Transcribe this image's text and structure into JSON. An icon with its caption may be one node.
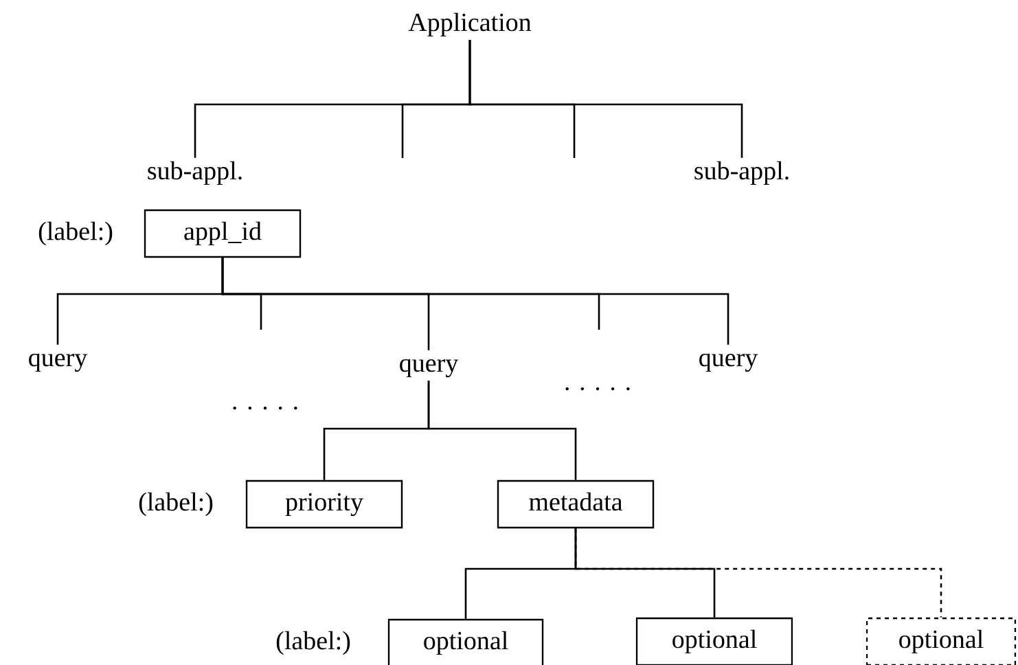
{
  "diagram": {
    "nodes": [
      {
        "text": [
          "Application"
        ]
      },
      {
        "text": [
          "sub-appl."
        ]
      },
      {
        "text": [
          "sub-appl."
        ]
      },
      {
        "text": [
          "appl_id"
        ],
        "beside": [
          "(label:)"
        ]
      },
      {
        "text": [
          "query"
        ]
      },
      {
        "text": [
          "query"
        ]
      },
      {
        "text": [
          "query"
        ]
      },
      {
        "text": [
          "priority"
        ],
        "beside": [
          "(label:)"
        ]
      },
      {
        "text": [
          "metadata"
        ]
      },
      {
        "text": [
          "optional"
        ],
        "beside": [
          "(label:)"
        ]
      },
      {
        "text": [
          "optional"
        ]
      },
      {
        "text": [
          "optional"
        ]
      }
    ],
    "edges": [
      {
        "from": 0,
        "to": 1,
        "arrow": "none"
      },
      {
        "from": 0,
        "to": null,
        "arrow": "none"
      },
      {
        "from": 0,
        "to": null,
        "arrow": "none"
      },
      {
        "from": 0,
        "to": 2,
        "arrow": "none"
      },
      {
        "from": 3,
        "to": 4,
        "arrow": "none"
      },
      {
        "from": 3,
        "to": null,
        "arrow": "none"
      },
      {
        "from": 3,
        "to": 5,
        "arrow": "none"
      },
      {
        "from": 3,
        "to": null,
        "arrow": "none"
      },
      {
        "from": 3,
        "to": 6,
        "arrow": "none"
      },
      {
        "from": 5,
        "to": 7,
        "arrow": "none"
      },
      {
        "from": 5,
        "to": 8,
        "arrow": "none"
      },
      {
        "from": 8,
        "to": 9,
        "arrow": "none"
      },
      {
        "from": 8,
        "to": 10,
        "arrow": "none"
      },
      {
        "from": 8,
        "to": 11,
        "arrow": "none",
        "style": "dashed"
      }
    ],
    "labels": [
      ". . . . .",
      ". . . . ."
    ]
  }
}
